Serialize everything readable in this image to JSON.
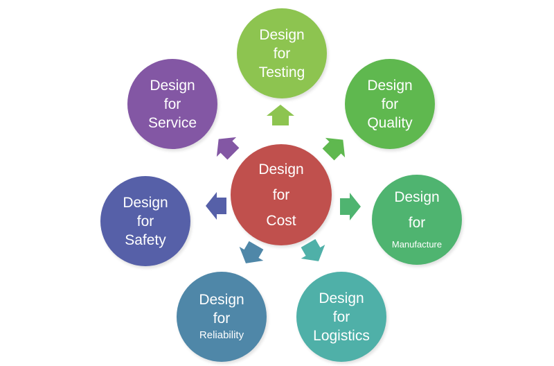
{
  "colors": {
    "cost": "#c0504d",
    "testing": "#8dc450",
    "quality": "#5fb84f",
    "manufacture": "#4fb470",
    "logistics": "#4fb0a8",
    "reliability": "#4f87a8",
    "safety": "#5660a8",
    "service": "#8357a4",
    "text": "#ffffff"
  },
  "icons": {
    "arrow": "arrow-icon"
  },
  "center": {
    "lines": [
      "Design",
      "for",
      "Cost"
    ]
  },
  "nodes": {
    "testing": {
      "lines": [
        "Design",
        "for",
        "Testing"
      ]
    },
    "quality": {
      "lines": [
        "Design",
        "for",
        "Quality"
      ]
    },
    "manufacture": {
      "lines": [
        "Design",
        "for",
        "Manufacture"
      ]
    },
    "logistics": {
      "lines": [
        "Design",
        "for",
        "Logistics"
      ]
    },
    "reliability": {
      "lines": [
        "Design",
        "for",
        "Reliability"
      ]
    },
    "safety": {
      "lines": [
        "Design",
        "for",
        "Safety"
      ]
    },
    "service": {
      "lines": [
        "Design",
        "for",
        "Service"
      ]
    }
  }
}
